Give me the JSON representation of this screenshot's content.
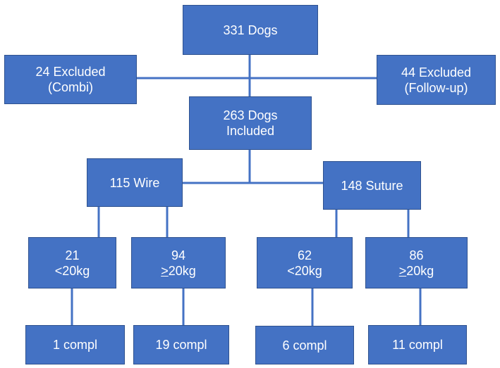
{
  "nodes": {
    "total": {
      "line1": "331 Dogs"
    },
    "excluded_combi": {
      "line1": "24 Excluded",
      "line2": "(Combi)"
    },
    "excluded_followup": {
      "line1": "44 Excluded",
      "line2": "(Follow-up)"
    },
    "included": {
      "line1": "263 Dogs",
      "line2": "Included"
    },
    "wire": {
      "line1": "115 Wire"
    },
    "suture": {
      "line1": "148 Suture"
    },
    "wire_under": {
      "line1": "21",
      "line2": "<20kg"
    },
    "wire_over": {
      "line1": "94",
      "line2_symbol": ">",
      "line2_rest": "20kg"
    },
    "suture_under": {
      "line1": "62",
      "line2": "<20kg"
    },
    "suture_over": {
      "line1": "86",
      "line2_symbol": ">",
      "line2_rest": "20kg"
    },
    "wire_under_compl": {
      "line1": "1 compl"
    },
    "wire_over_compl": {
      "line1": "19 compl"
    },
    "suture_under_compl": {
      "line1": "6 compl"
    },
    "suture_over_compl": {
      "line1": "11 compl"
    }
  },
  "colors": {
    "box_fill": "#4472C4",
    "box_border": "#2F528F",
    "connector": "#4472C4",
    "text": "#FFFFFF"
  }
}
